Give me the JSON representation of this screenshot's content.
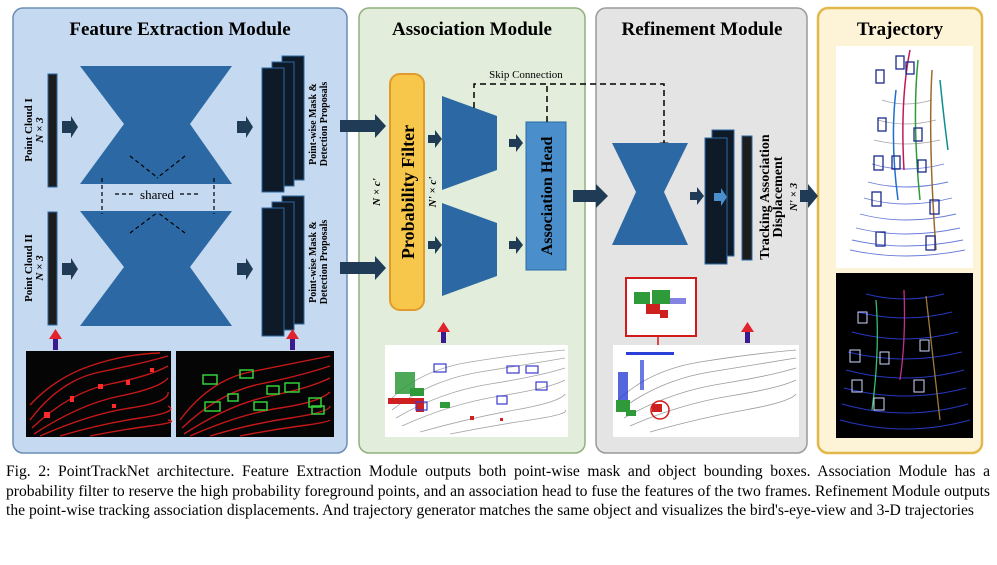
{
  "modules": {
    "feature": "Feature Extraction Module",
    "association": "Association Module",
    "refinement": "Refinement Module",
    "trajectory": "Trajectory"
  },
  "labels": {
    "pc1": "Point Cloud I",
    "pc2": "Point Cloud II",
    "n3": "N × 3",
    "shared": "shared",
    "mask_line1": "Point-wise Mask &",
    "mask_line2": "Detection Proposals",
    "prob_filter": "Probability Filter",
    "nc": "N × c'",
    "nc2": "N' × c'",
    "assoc_head": "Association Head",
    "skip": "Skip Connection",
    "disp_line1": "Tracking Association",
    "disp_line2": "Displacement",
    "n3b": "N' × 3"
  },
  "caption": "Fig. 2: PointTrackNet architecture. Feature Extraction Module outputs both point-wise mask and object bounding boxes. Association Module has a probability filter to reserve the high probability foreground points, and an association head to fuse the features of the two frames. Refinement Module outputs the point-wise tracking association displacements. And trajectory generator matches the same object and visualizes the bird's-eye-view and 3-D trajectories",
  "colors": {
    "feature_bg": "#c5d9f0",
    "association_bg": "#e2eedb",
    "refinement_bg": "#e4e4e4",
    "trajectory_bg": "#fdf3d6",
    "trajectory_border": "#e3b84a",
    "network_blue": "#2c69a4",
    "arrow": "#203b55",
    "filter_fill": "#f6c74a",
    "head_fill": "#4a8fcb"
  }
}
